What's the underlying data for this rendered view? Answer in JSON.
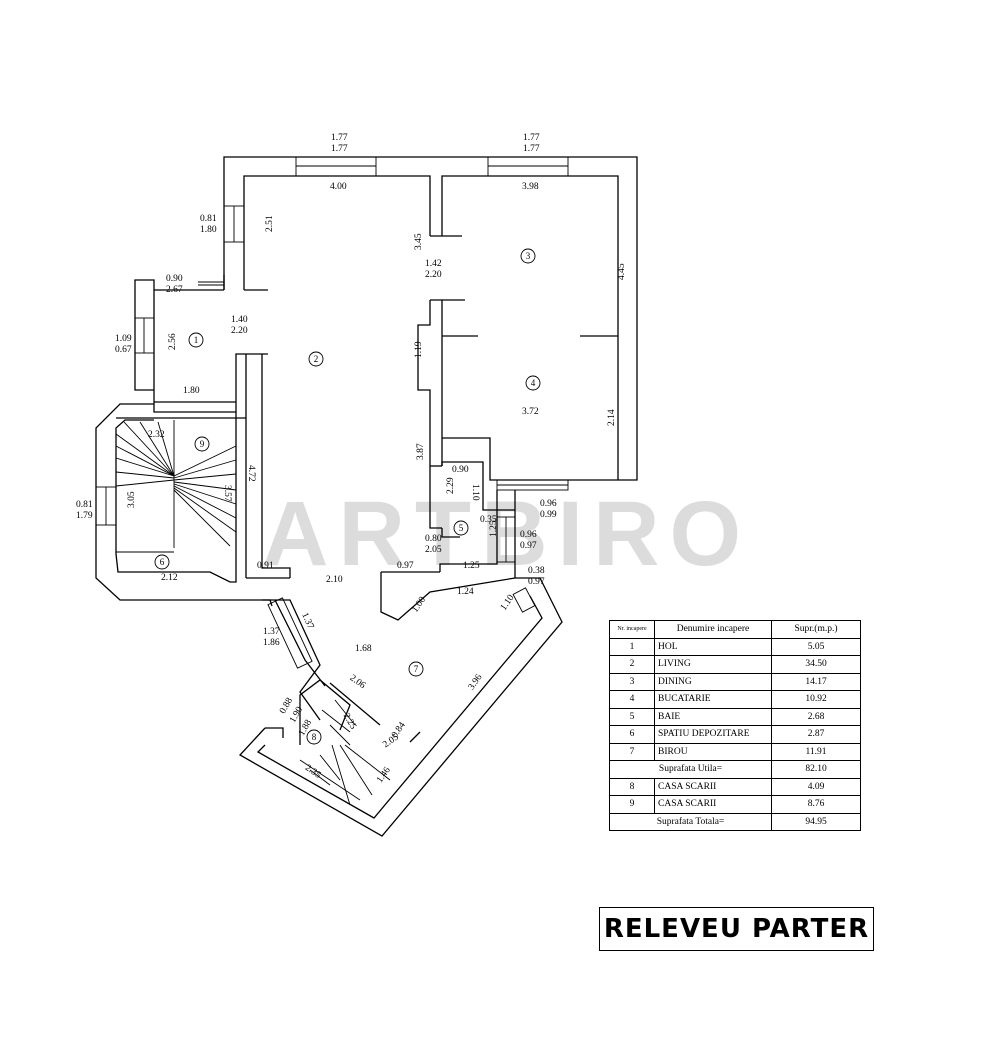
{
  "watermark": "ARTBIRO",
  "title": "RELEVEU PARTER",
  "rooms": [
    {
      "num": "1"
    },
    {
      "num": "2"
    },
    {
      "num": "3"
    },
    {
      "num": "4"
    },
    {
      "num": "5"
    },
    {
      "num": "6"
    },
    {
      "num": "7"
    },
    {
      "num": "8"
    },
    {
      "num": "9"
    }
  ],
  "dimensions": [
    "1.77",
    "1.77",
    "1.77",
    "1.77",
    "4.00",
    "3.98",
    "0.81",
    "1.80",
    "2.51",
    "3.45",
    "1.42",
    "2.20",
    "4.45",
    "0.90",
    "2.67",
    "1.40",
    "2.20",
    "1.09",
    "0.67",
    "2.56",
    "1.19",
    "1.80",
    "3.72",
    "2.14",
    "2.32",
    "4.72",
    "3.87",
    "0.81",
    "1.79",
    "3.05",
    "3.57",
    "0.90",
    "2.29",
    "1.10",
    "0.96",
    "0.99",
    "0.35",
    "1.25",
    "0.96",
    "0.97",
    "0.80",
    "2.05",
    "0.91",
    "2.10",
    "0.97",
    "1.25",
    "0.38",
    "0.97",
    "2.12",
    "1.24",
    "1.00",
    "1.10",
    "1.37",
    "1.86",
    "1.37",
    "1.68",
    "3.96",
    "2.06",
    "0.88",
    "1.90",
    "1.88",
    "2.25",
    "0.84",
    "2.05",
    "2.35",
    "1.46"
  ],
  "table": {
    "headers": [
      "Nr. incapere",
      "Denumire incapere",
      "Supr.(m.p.)"
    ],
    "rows": [
      {
        "nr": "1",
        "name": "HOL",
        "area": "5.05"
      },
      {
        "nr": "2",
        "name": "LIVING",
        "area": "34.50"
      },
      {
        "nr": "3",
        "name": "DINING",
        "area": "14.17"
      },
      {
        "nr": "4",
        "name": "BUCATARIE",
        "area": "10.92"
      },
      {
        "nr": "5",
        "name": "BAIE",
        "area": "2.68"
      },
      {
        "nr": "6",
        "name": "SPATIU DEPOZITARE",
        "area": "2.87"
      },
      {
        "nr": "7",
        "name": "BIROU",
        "area": "11.91"
      }
    ],
    "subtotal_label": "Suprafata Utila=",
    "subtotal_value": "82.10",
    "rows2": [
      {
        "nr": "8",
        "name": "CASA SCARII",
        "area": "4.09"
      },
      {
        "nr": "9",
        "name": "CASA SCARII",
        "area": "8.76"
      }
    ],
    "total_label": "Suprafata Totala=",
    "total_value": "94.95"
  }
}
